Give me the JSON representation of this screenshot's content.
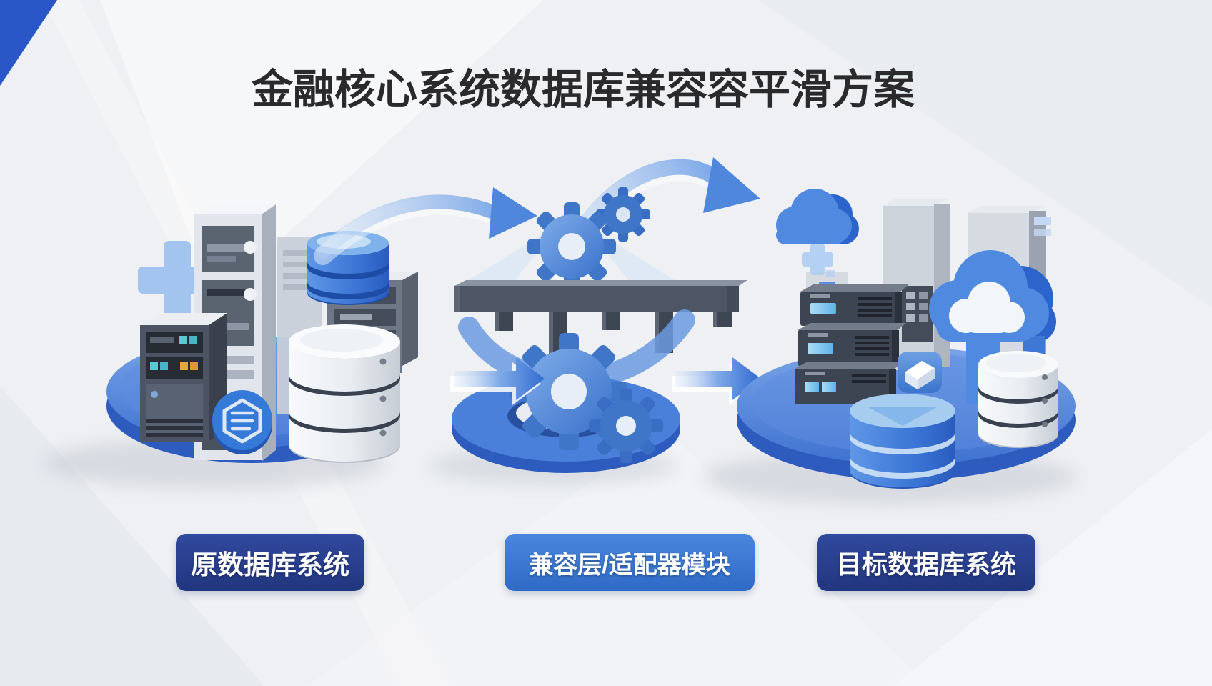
{
  "title": {
    "text": "金融核心系统数据库兼容容平滑方案"
  },
  "stages": {
    "source": {
      "label": "原数据库系统"
    },
    "adapter": {
      "label": "兼容层/适配器模块"
    },
    "target": {
      "label": "目标数据库系统"
    }
  },
  "colors": {
    "background": "#eef0f3",
    "corner_accent": "#2a57c8",
    "platform_blue_top": "#4a80da",
    "platform_blue_side": "#2d5cbe",
    "label_dark_blue": "#27418f",
    "label_medium_blue": "#3b79d4",
    "arrow_blue": "#2c67cf",
    "gear_blue": "#4b84d6",
    "beam_gray": "#4e5665",
    "title_text": "#2a2a2c",
    "label_text": "#ffffff"
  },
  "icons": [
    "corner-accent-triangle",
    "plus-icon",
    "server-tower-icon",
    "rack-server-icon",
    "database-cylinder-icon",
    "document-hexagon-badge-icon",
    "package-badge-icon",
    "gear-icon",
    "bridge-beam-icon",
    "curved-arrow-icon",
    "right-arrow-icon",
    "cloud-icon",
    "platform-disc",
    "torus-platform"
  ]
}
